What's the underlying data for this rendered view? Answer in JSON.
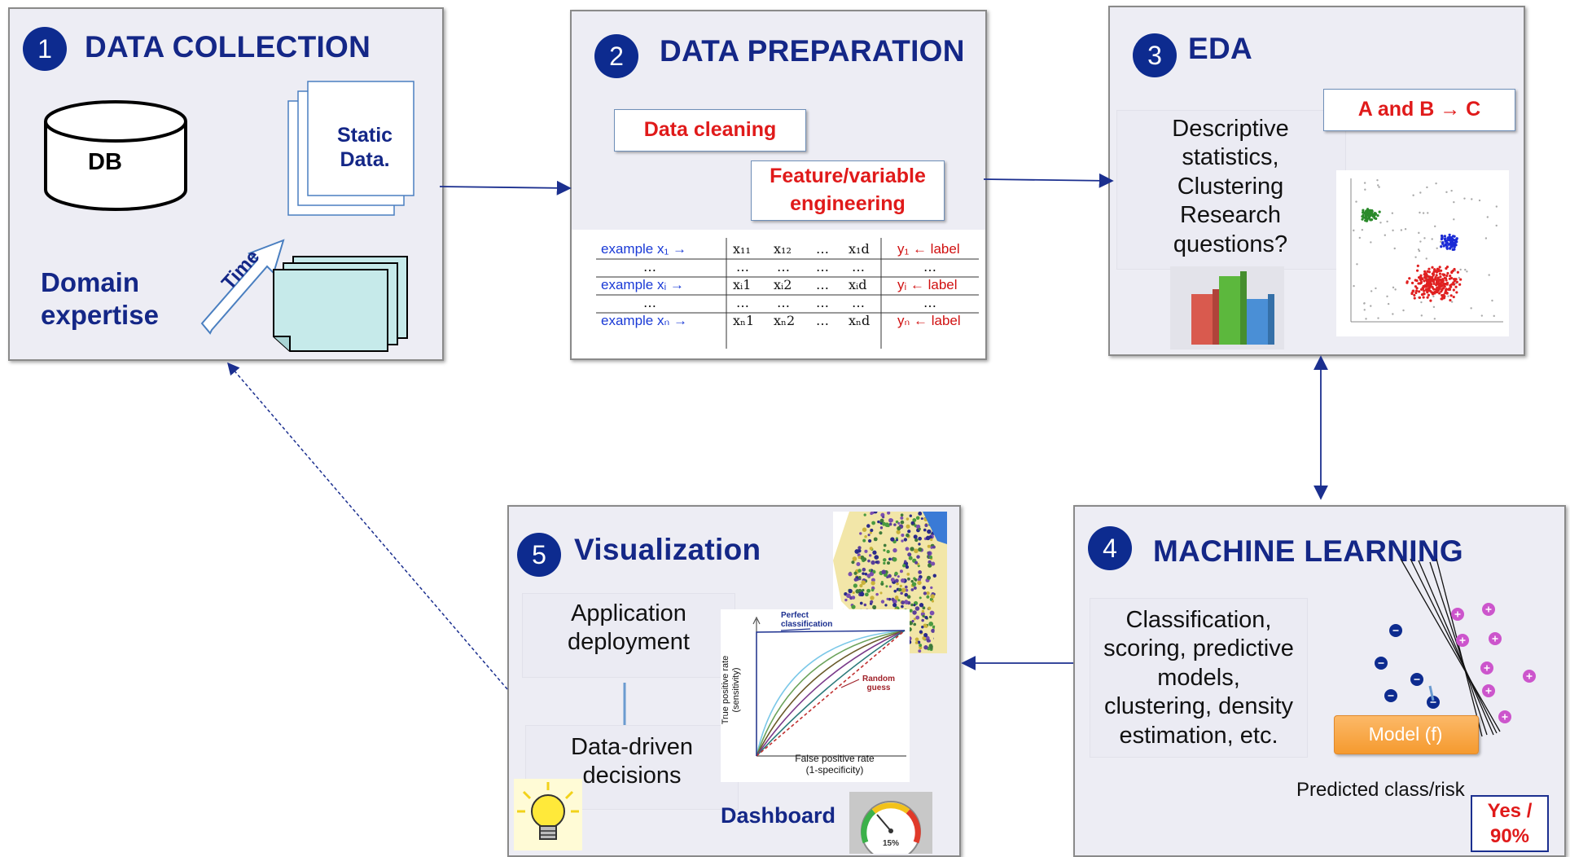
{
  "panels": {
    "p1": {
      "number": "1",
      "title": "DATA COLLECTION",
      "db_label": "DB",
      "static_data": "Static\nData.",
      "time_label": "Time",
      "domain_expertise": "Domain\nexpertise"
    },
    "p2": {
      "number": "2",
      "title": "DATA PREPARATION",
      "box_cleaning": "Data cleaning",
      "box_feature": "Feature/variable\nengineering",
      "table": {
        "rows": [
          {
            "label": "example x₁ →",
            "cells": [
              "x₁₁",
              "x₁₂",
              "…",
              "x₁d"
            ],
            "target": "y₁ ← label"
          },
          {
            "label": "…",
            "cells": [
              "…",
              "…",
              "…",
              "…"
            ],
            "target": "…"
          },
          {
            "label": "example xᵢ →",
            "cells": [
              "xᵢ1",
              "xᵢ2",
              "…",
              "xᵢd"
            ],
            "target": "yᵢ ← label"
          },
          {
            "label": "…",
            "cells": [
              "…",
              "…",
              "…",
              "…"
            ],
            "target": "…"
          },
          {
            "label": "example xₙ →",
            "cells": [
              "xₙ1",
              "xₙ2",
              "…",
              "xₙd"
            ],
            "target": "yₙ ← label"
          }
        ]
      }
    },
    "p3": {
      "number": "3",
      "title": "EDA",
      "rule": "A and B → C",
      "text": "Descriptive\nstatistics,\nClustering\nResearch\nquestions?"
    },
    "p4": {
      "number": "4",
      "title": "MACHINE LEARNING",
      "text": "Classification,\nscoring, predictive\nmodels,\nclustering, density\nestimation, etc.",
      "model": "Model (f)",
      "predicted": "Predicted class/risk",
      "result": "Yes /\n90%"
    },
    "p5": {
      "number": "5",
      "title": "Visualization",
      "deploy": "Application\ndeployment",
      "decisions": "Data-driven\ndecisions",
      "dashboard": "Dashboard",
      "roc": {
        "perfect": "Perfect\nclassification",
        "random": "Random\nguess",
        "ylabel": "True positive rate\n(sensitivity)",
        "xlabel": "False positive rate\n(1-specificity)"
      },
      "gauge": "15%"
    }
  },
  "colors": {
    "title_blue": "#142787",
    "accent_red": "#e01a1a",
    "arrow_blue": "#1b2f8f"
  }
}
